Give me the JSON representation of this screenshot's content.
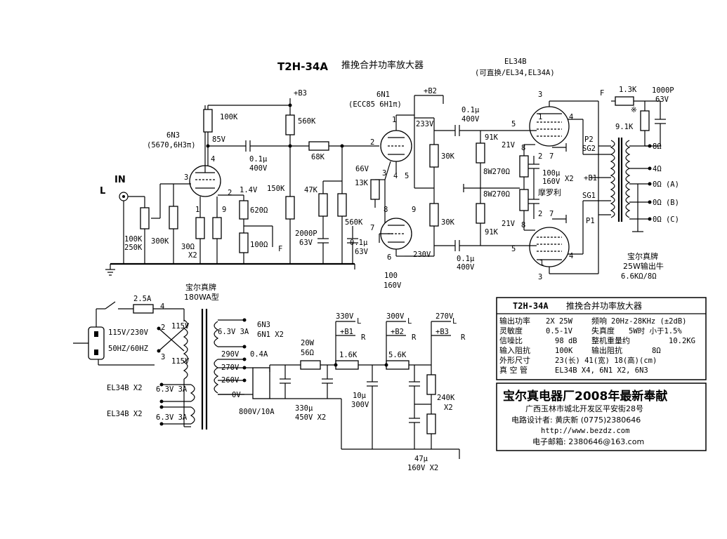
{
  "header": {
    "model": "T2H-34A",
    "title_cn": "推挽合并功率放大器",
    "output_tube": "EL34B",
    "output_tube_alt": "(可直换/EL34,EL34A)"
  },
  "tubes": {
    "v1_name": "6N3",
    "v1_alt": "(5670,6H3π)",
    "v2_name": "6N1",
    "v2_alt": "(ECC85 6H1π)"
  },
  "input": {
    "in_label": "IN",
    "channel": "L"
  },
  "supply_labels": {
    "b1": "+B1",
    "b2": "+B2",
    "b3": "+B3",
    "f": "F"
  },
  "components": {
    "r100k_top": "100K",
    "v85": "85V",
    "c01_a": "0.1μ",
    "c400_a": "400V",
    "r560k_a": "560K",
    "r68k": "68K",
    "r150k": "150K",
    "vol_a": "100K",
    "vol_b": "250K",
    "r300k": "300K",
    "r30": "30Ω",
    "x2_a": "X2",
    "v14": "1.4V",
    "r620": "620Ω",
    "r100": "100Ω",
    "f_a": "F",
    "r47k": "47K",
    "r560k_b": "560K",
    "c2000p": "2000P",
    "c63v_a": "63V",
    "c01_b": "0.1μ",
    "c63v_b": "63V",
    "v66": "66V",
    "r13k": "13K",
    "v233": "233V",
    "v230": "230V",
    "r30k_a": "30K",
    "r30k_b": "30K",
    "c100": "100",
    "c160v": "160V",
    "c01_c": "0.1μ",
    "c400_c": "400V",
    "c01_d": "0.1μ",
    "c400_d": "400V",
    "r91k_a": "91K",
    "r91k_b": "91K",
    "r8w_a": "8W270Ω",
    "r8w_b": "8W270Ω",
    "v21_a": "21V",
    "v21_b": "21V",
    "c100u": "100μ",
    "c160u": "160V",
    "x2_b": "X2",
    "morley": "摩罗利",
    "sg2": "SG2",
    "sg1": "SG1",
    "p2": "P2",
    "p1": "P1",
    "b1_out": "+B1",
    "fb_f": "F",
    "r13k_fb": "1.3K",
    "fb_mark": "※",
    "r91k_fb": "9.1K",
    "c1000p": "1000P",
    "c63v_fb": "63V",
    "tap_8": "8Ω",
    "tap_4": "4Ω",
    "tap_0a": "0Ω (A)",
    "tap_0b": "0Ω (B)",
    "tap_0c": "0Ω (C)",
    "ot_brand": "宝尔真牌",
    "ot_spec": "25W输出牛",
    "ot_imp": "6.6KΩ/8Ω"
  },
  "psu": {
    "fuse": "2.5A",
    "mains_v": "115V/230V",
    "mains_f": "50HZ/60HZ",
    "pt_brand": "宝尔真牌",
    "pt_spec": "180WA型",
    "w115_a": "115V",
    "w115_b": "115V",
    "h63_a": "6.3V 3A",
    "h6n3": "6N3",
    "h6n1": "6N1 X2",
    "h63_b": "6.3V 3A",
    "h63_c": "6.3V 3A",
    "el_a": "EL34B X2",
    "el_b": "EL34B X2",
    "t290": "290V",
    "t270": "270V",
    "t260": "260V",
    "t0": "0V",
    "i04": "0.4A",
    "bridge": "800V/10A",
    "r20w": "20W",
    "r56": "56Ω",
    "r16k": "1.6K",
    "r56k": "5.6K",
    "c330": "330μ",
    "c450": "450V X2",
    "c10": "10μ",
    "c300": "300V",
    "r240": "240K",
    "r240x": "X2",
    "c47": "47μ",
    "c160": "160V X2",
    "v330": "330V",
    "v300": "300V",
    "v270": "270V",
    "b1": "+B1",
    "b2": "+B2",
    "b3": "+B3",
    "l": "L",
    "r": "R",
    "p4": "4",
    "p2": "2",
    "p3": "3"
  },
  "spec": {
    "title_model": "T2H-34A",
    "title_cn": "推挽合并功率放大器",
    "rows": [
      {
        "k1": "输出功率",
        "v1": "2X 25W",
        "k2": "频响",
        "v2": "20Hz-28KHz (±2dB)"
      },
      {
        "k1": "灵敏度",
        "v1": "0.5-1V",
        "k2": "失真度",
        "v2": "5W时 小于1.5%"
      },
      {
        "k1": "信噪比",
        "v1": "98 dB",
        "k2": "整机重量约",
        "v2": "10.2KG"
      },
      {
        "k1": "输入阻抗",
        "v1": "100K",
        "k2": "输出阻抗",
        "v2": "8Ω"
      },
      {
        "k1": "外形尺寸",
        "v1": "23(长) 41(宽) 18(高)(cm)",
        "k2": "",
        "v2": ""
      },
      {
        "k1": "真 空 管",
        "v1": "EL34B X4, 6N1 X2, 6N3",
        "k2": "",
        "v2": ""
      }
    ]
  },
  "maker": {
    "name": "宝尔真电器厂2008年最新奉献",
    "address": "广西玉林市城北开发区平安街28号",
    "designer": "电路设计者: 黄庆新  (0775)2380646",
    "web": "http://www.bezdz.com",
    "email": "电子邮箱: 2380646@163.com"
  }
}
